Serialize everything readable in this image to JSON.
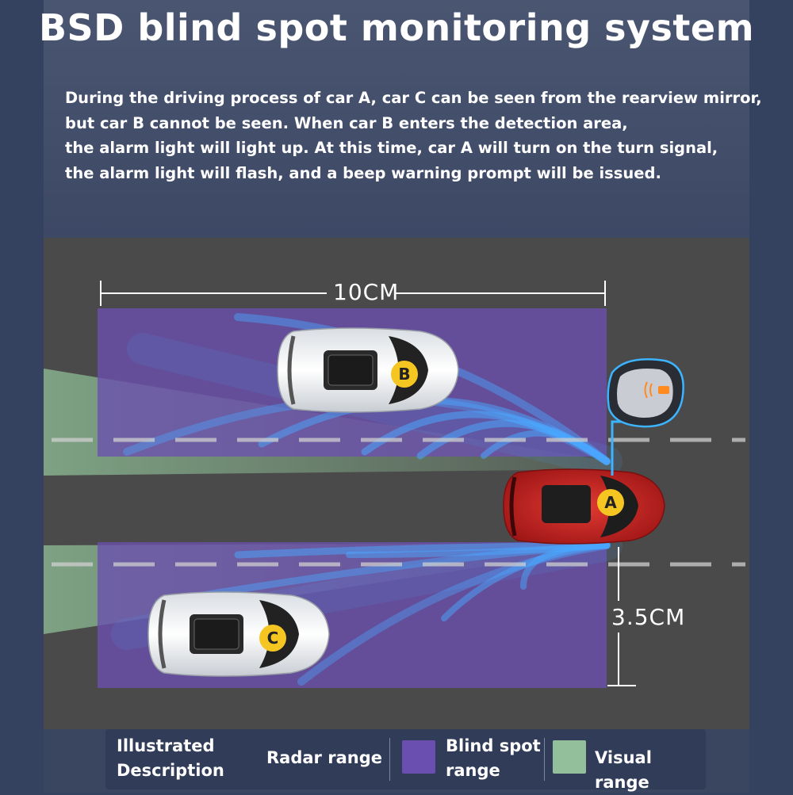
{
  "title": "BSD blind spot monitoring system",
  "description": [
    "During the driving process of car A, car C can be seen from the rearview mirror,",
    "but car B cannot be seen. When car B enters the detection area,",
    "the alarm light will light up. At this time, car A will turn on the turn signal,",
    "the alarm light will flash, and a beep warning prompt will be issued."
  ],
  "dimensions": {
    "length": "10CM",
    "width": "3.5CM"
  },
  "cars": {
    "a": "A",
    "b": "B",
    "c": "C"
  },
  "legend": {
    "heading": [
      "Illustrated",
      "Description"
    ],
    "radar": "Radar range",
    "blind_spot": [
      "Blind spot",
      "range"
    ],
    "visual": "Visual range"
  },
  "colors": {
    "radar": "#4aa8ff",
    "blind_spot": "#6b4fb0",
    "visual": "#93c09a",
    "car_a": "#d42a2a",
    "car_label": "#f5c622"
  },
  "icons": {
    "radar": "radar-wave-icon",
    "mirror": "side-mirror-icon",
    "alert": "blind-spot-alert-icon"
  }
}
